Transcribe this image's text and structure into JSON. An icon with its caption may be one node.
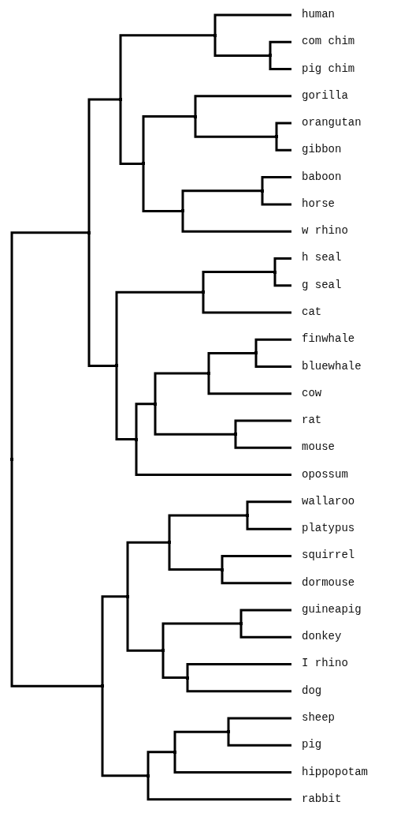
{
  "diagram": {
    "nodes": [
      {
        "text": [
          "human"
        ]
      },
      {
        "text": [
          "com chim"
        ]
      },
      {
        "text": [
          "pig chim"
        ]
      },
      {
        "text": [
          "gorilla"
        ]
      },
      {
        "text": [
          "orangutan"
        ]
      },
      {
        "text": [
          "gibbon"
        ]
      },
      {
        "text": [
          "baboon"
        ]
      },
      {
        "text": [
          "horse"
        ]
      },
      {
        "text": [
          "w rhino"
        ]
      },
      {
        "text": [
          "h seal"
        ]
      },
      {
        "text": [
          "g seal"
        ]
      },
      {
        "text": [
          "cat"
        ]
      },
      {
        "text": [
          "finwhale"
        ]
      },
      {
        "text": [
          "bluewhale"
        ]
      },
      {
        "text": [
          "cow"
        ]
      },
      {
        "text": [
          "rat"
        ]
      },
      {
        "text": [
          "mouse"
        ]
      },
      {
        "text": [
          "opossum"
        ]
      },
      {
        "text": [
          "wallaroo"
        ]
      },
      {
        "text": [
          "platypus"
        ]
      },
      {
        "text": [
          "squirrel"
        ]
      },
      {
        "text": [
          "dormouse"
        ]
      },
      {
        "text": [
          "guineapig"
        ]
      },
      {
        "text": [
          "donkey"
        ]
      },
      {
        "text": [
          "I rhino"
        ]
      },
      {
        "text": [
          "dog"
        ]
      },
      {
        "text": [
          "sheep"
        ]
      },
      {
        "text": [
          "pig"
        ]
      },
      {
        "text": [
          "hippopotam"
        ]
      },
      {
        "text": [
          "rabbit"
        ]
      },
      {
        "text": [],
        "shape": "junction"
      },
      {
        "text": [],
        "shape": "junction"
      },
      {
        "text": [],
        "shape": "junction"
      },
      {
        "text": [],
        "shape": "junction"
      },
      {
        "text": [],
        "shape": "junction"
      },
      {
        "text": [],
        "shape": "junction"
      },
      {
        "text": [],
        "shape": "junction"
      },
      {
        "text": [],
        "shape": "junction"
      },
      {
        "text": [],
        "shape": "junction"
      },
      {
        "text": [],
        "shape": "junction"
      },
      {
        "text": [],
        "shape": "junction"
      },
      {
        "text": [],
        "shape": "junction"
      },
      {
        "text": [],
        "shape": "junction"
      },
      {
        "text": [],
        "shape": "junction"
      },
      {
        "text": [],
        "shape": "junction"
      },
      {
        "text": [],
        "shape": "junction"
      },
      {
        "text": [],
        "shape": "junction"
      },
      {
        "text": [],
        "shape": "junction"
      },
      {
        "text": [],
        "shape": "junction"
      },
      {
        "text": [],
        "shape": "junction"
      },
      {
        "text": [],
        "shape": "junction"
      },
      {
        "text": [],
        "shape": "junction"
      },
      {
        "text": [],
        "shape": "junction"
      },
      {
        "text": [],
        "shape": "junction"
      },
      {
        "text": [],
        "shape": "junction"
      },
      {
        "text": [],
        "shape": "junction"
      },
      {
        "text": [],
        "shape": "junction"
      },
      {
        "text": [],
        "shape": "junction"
      },
      {
        "text": [],
        "shape": "junction"
      }
    ],
    "edges": [
      {
        "from": 30,
        "to": 1,
        "arrow": "none"
      },
      {
        "from": 30,
        "to": 2,
        "arrow": "none"
      },
      {
        "from": 31,
        "to": 0,
        "arrow": "none"
      },
      {
        "from": 31,
        "to": 30,
        "arrow": "none"
      },
      {
        "from": 32,
        "to": 4,
        "arrow": "none"
      },
      {
        "from": 32,
        "to": 5,
        "arrow": "none"
      },
      {
        "from": 33,
        "to": 3,
        "arrow": "none"
      },
      {
        "from": 33,
        "to": 32,
        "arrow": "none"
      },
      {
        "from": 34,
        "to": 6,
        "arrow": "none"
      },
      {
        "from": 34,
        "to": 7,
        "arrow": "none"
      },
      {
        "from": 35,
        "to": 34,
        "arrow": "none"
      },
      {
        "from": 35,
        "to": 8,
        "arrow": "none"
      },
      {
        "from": 36,
        "to": 33,
        "arrow": "none"
      },
      {
        "from": 36,
        "to": 35,
        "arrow": "none"
      },
      {
        "from": 37,
        "to": 31,
        "arrow": "none"
      },
      {
        "from": 37,
        "to": 36,
        "arrow": "none"
      },
      {
        "from": 38,
        "to": 9,
        "arrow": "none"
      },
      {
        "from": 38,
        "to": 10,
        "arrow": "none"
      },
      {
        "from": 39,
        "to": 38,
        "arrow": "none"
      },
      {
        "from": 39,
        "to": 11,
        "arrow": "none"
      },
      {
        "from": 40,
        "to": 12,
        "arrow": "none"
      },
      {
        "from": 40,
        "to": 13,
        "arrow": "none"
      },
      {
        "from": 41,
        "to": 40,
        "arrow": "none"
      },
      {
        "from": 41,
        "to": 14,
        "arrow": "none"
      },
      {
        "from": 42,
        "to": 15,
        "arrow": "none"
      },
      {
        "from": 42,
        "to": 16,
        "arrow": "none"
      },
      {
        "from": 43,
        "to": 41,
        "arrow": "none"
      },
      {
        "from": 43,
        "to": 42,
        "arrow": "none"
      },
      {
        "from": 44,
        "to": 43,
        "arrow": "none"
      },
      {
        "from": 44,
        "to": 17,
        "arrow": "none"
      },
      {
        "from": 45,
        "to": 39,
        "arrow": "none"
      },
      {
        "from": 45,
        "to": 44,
        "arrow": "none"
      },
      {
        "from": 46,
        "to": 37,
        "arrow": "none"
      },
      {
        "from": 46,
        "to": 45,
        "arrow": "none"
      },
      {
        "from": 47,
        "to": 18,
        "arrow": "none"
      },
      {
        "from": 47,
        "to": 19,
        "arrow": "none"
      },
      {
        "from": 48,
        "to": 20,
        "arrow": "none"
      },
      {
        "from": 48,
        "to": 21,
        "arrow": "none"
      },
      {
        "from": 49,
        "to": 47,
        "arrow": "none"
      },
      {
        "from": 49,
        "to": 48,
        "arrow": "none"
      },
      {
        "from": 50,
        "to": 22,
        "arrow": "none"
      },
      {
        "from": 50,
        "to": 23,
        "arrow": "none"
      },
      {
        "from": 51,
        "to": 24,
        "arrow": "none"
      },
      {
        "from": 51,
        "to": 25,
        "arrow": "none"
      },
      {
        "from": 52,
        "to": 50,
        "arrow": "none"
      },
      {
        "from": 52,
        "to": 51,
        "arrow": "none"
      },
      {
        "from": 53,
        "to": 49,
        "arrow": "none"
      },
      {
        "from": 53,
        "to": 52,
        "arrow": "none"
      },
      {
        "from": 54,
        "to": 26,
        "arrow": "none"
      },
      {
        "from": 54,
        "to": 27,
        "arrow": "none"
      },
      {
        "from": 55,
        "to": 54,
        "arrow": "none"
      },
      {
        "from": 55,
        "to": 28,
        "arrow": "none"
      },
      {
        "from": 56,
        "to": 55,
        "arrow": "none"
      },
      {
        "from": 56,
        "to": 29,
        "arrow": "none"
      },
      {
        "from": 57,
        "to": 53,
        "arrow": "none"
      },
      {
        "from": 57,
        "to": 56,
        "arrow": "none"
      },
      {
        "from": 58,
        "to": 46,
        "arrow": "none"
      },
      {
        "from": 58,
        "to": 57,
        "arrow": "none"
      }
    ]
  }
}
